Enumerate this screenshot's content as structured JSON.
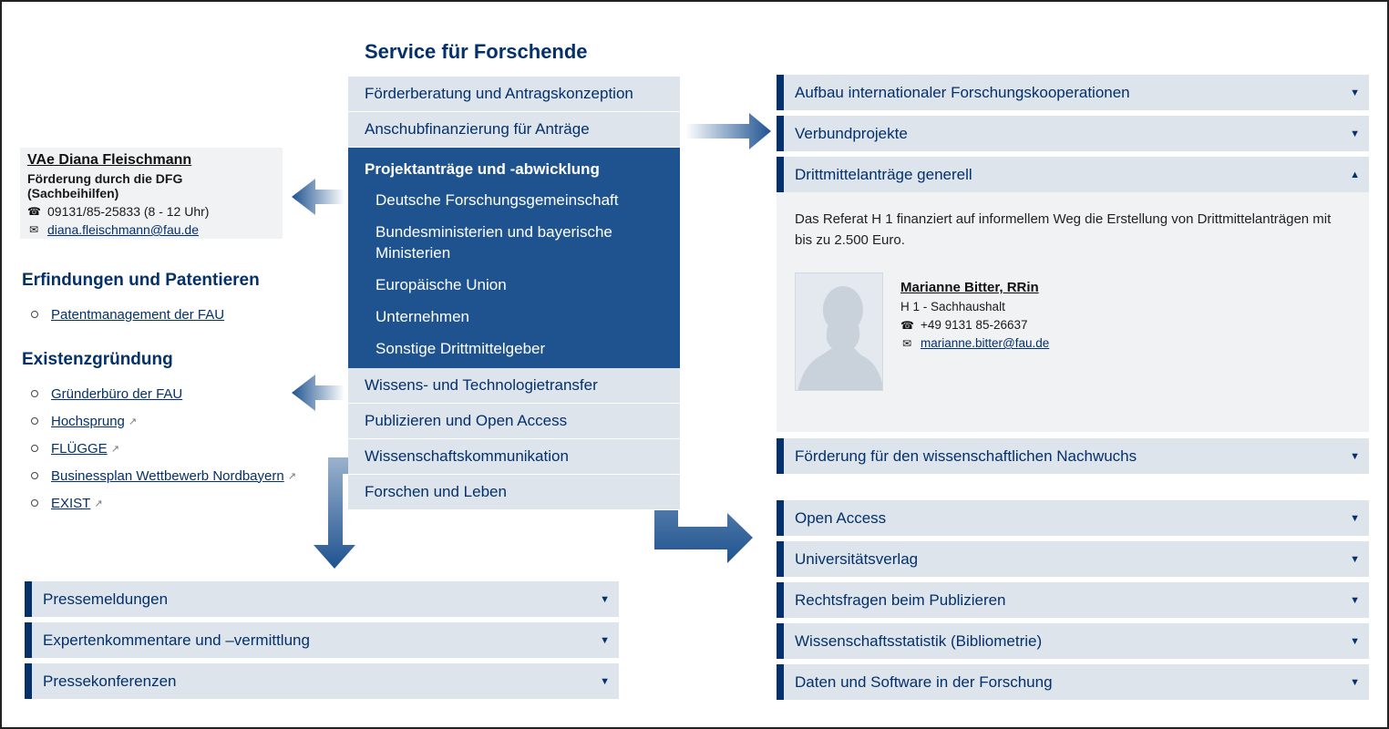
{
  "contact_left": {
    "name": "VAe Diana Fleischmann",
    "role": "Förderung durch die DFG (Sachbeihilfen)",
    "phone": "09131/85-25833 (8 - 12 Uhr)",
    "email": "diana.fleischmann@fau.de"
  },
  "patents": {
    "heading": "Erfindungen und Patentieren",
    "links": [
      "Patentmanagement der FAU"
    ]
  },
  "startup": {
    "heading": "Existenzgründung",
    "links": [
      {
        "label": "Gründerbüro der FAU",
        "external": false
      },
      {
        "label": "Hochsprung",
        "external": true
      },
      {
        "label": "FLÜGGE",
        "external": true
      },
      {
        "label": "Businessplan Wettbewerb Nordbayern",
        "external": true
      },
      {
        "label": "EXIST",
        "external": true
      }
    ]
  },
  "nav": {
    "title": "Service für Forschende",
    "top_items": [
      "Förderberatung und Antragskonzeption",
      "Anschubfinanzierung für Anträge"
    ],
    "active": {
      "label": "Projektanträge und -abwicklung",
      "sub": [
        "Deutsche Forschungsgemeinschaft",
        "Bundesministerien und bayerische Ministerien",
        "Europäische Union",
        "Unternehmen",
        "Sonstige Drittmittelgeber"
      ]
    },
    "bottom_items": [
      "Wissens- und Technologietransfer",
      "Publizieren und Open Access",
      "Wissenschaftskommunikation",
      "Forschen und Leben"
    ]
  },
  "accordion_left": [
    "Pressemeldungen",
    "Expertenkommentare und –vermittlung",
    "Pressekonferenzen"
  ],
  "accordion_right_top": [
    "Aufbau internationaler Forschungskooperationen",
    "Verbundprojekte",
    "Drittmittelanträge generell"
  ],
  "expanded_panel": {
    "text": "Das Referat H 1 finanziert auf informellem Weg die Erstellung von Drittmittelanträgen mit bis zu 2.500 Euro.",
    "name": "Marianne Bitter, RRin",
    "dept": "H 1 - Sachhaushalt",
    "phone": "+49 9131 85-26637",
    "email": "marianne.bitter@fau.de"
  },
  "accordion_right_mid": "Förderung für den wissenschaftlichen Nachwuchs",
  "accordion_right_bottom": [
    "Open Access",
    "Universitätsverlag",
    "Rechtsfragen beim Publizieren",
    "Wissenschaftsstatistik (Bibliometrie)",
    "Daten und Software in der Forschung"
  ],
  "icons": {
    "phone": "phone-icon",
    "mail": "mail-icon",
    "external": "external-link-icon",
    "caret": "caret-icon"
  },
  "colors": {
    "navy": "#04316a",
    "active": "#1f5390",
    "item_bg": "#dde4ec",
    "panel_bg": "#f0f2f4"
  }
}
